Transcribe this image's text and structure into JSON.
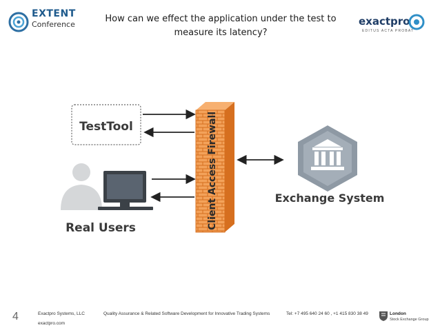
{
  "header": {
    "title_line1": "How can we effect the application under the test to",
    "title_line2": "measure its latency?",
    "extent_logo_name": "EXTENT",
    "extent_logo_sub": "Conference",
    "exactpro_logo_name": "exactpro",
    "exactpro_logo_tag": "EDITUS ACTA PROBAT"
  },
  "diagram": {
    "testtool_label": "TestTool",
    "real_users_label": "Real Users",
    "firewall_label": "Client Access Firewall",
    "exchange_label": "Exchange System"
  },
  "footer": {
    "company": "Exactpro Systems, LLC",
    "description": "Quality Assurance & Related Software Development for Innovative Trading Systems",
    "phone": "Tel: +7 495 640 24 60 ,  +1 415 830 38 49",
    "website": "exactpro.com",
    "page_number": "4",
    "lse_name": "London",
    "lse_name2": "Stock Exchange Group"
  },
  "colors": {
    "firewall_orange": "#e8832f",
    "exchange_gray": "#8e99a4",
    "text_dark": "#3a3a3a"
  }
}
